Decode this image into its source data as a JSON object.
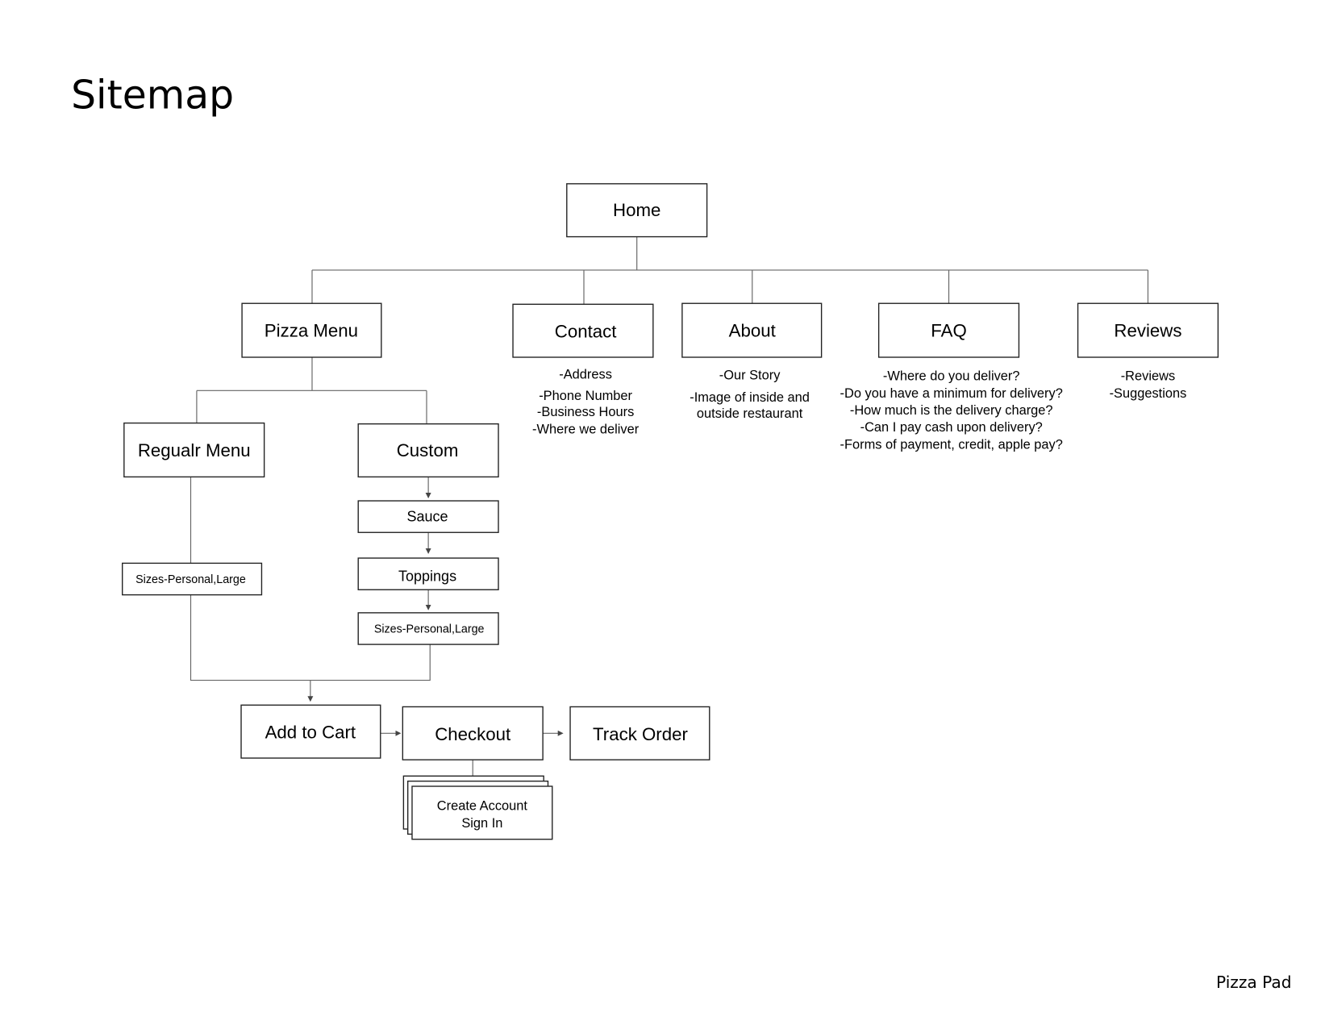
{
  "title": "Sitemap",
  "footer": "Pizza Pad",
  "nodes": {
    "home": "Home",
    "pizza_menu": "Pizza Menu",
    "contact": "Contact",
    "about": "About",
    "faq": "FAQ",
    "reviews": "Reviews",
    "regular_menu": "Regualr Menu",
    "custom": "Custom",
    "sauce": "Sauce",
    "toppings": "Toppings",
    "sizes_regular": "Sizes-Personal,Large",
    "sizes_custom": "Sizes-Personal,Large",
    "add_to_cart": "Add to Cart",
    "checkout": "Checkout",
    "track_order": "Track Order",
    "create_account": "Create Account",
    "sign_in": "Sign In"
  },
  "notes": {
    "contact": [
      "-Address",
      "-Phone Number",
      "-Business Hours",
      "-Where we deliver"
    ],
    "about": [
      "-Our Story",
      "-Image of inside and",
      "outside restaurant"
    ],
    "faq": [
      "-Where do you deliver?",
      "-Do you have a minimum for delivery?",
      "-How much is the delivery charge?",
      "-Can I pay cash upon delivery?",
      "-Forms of payment, credit, apple pay?"
    ],
    "reviews": [
      "-Reviews",
      "-Suggestions"
    ]
  }
}
